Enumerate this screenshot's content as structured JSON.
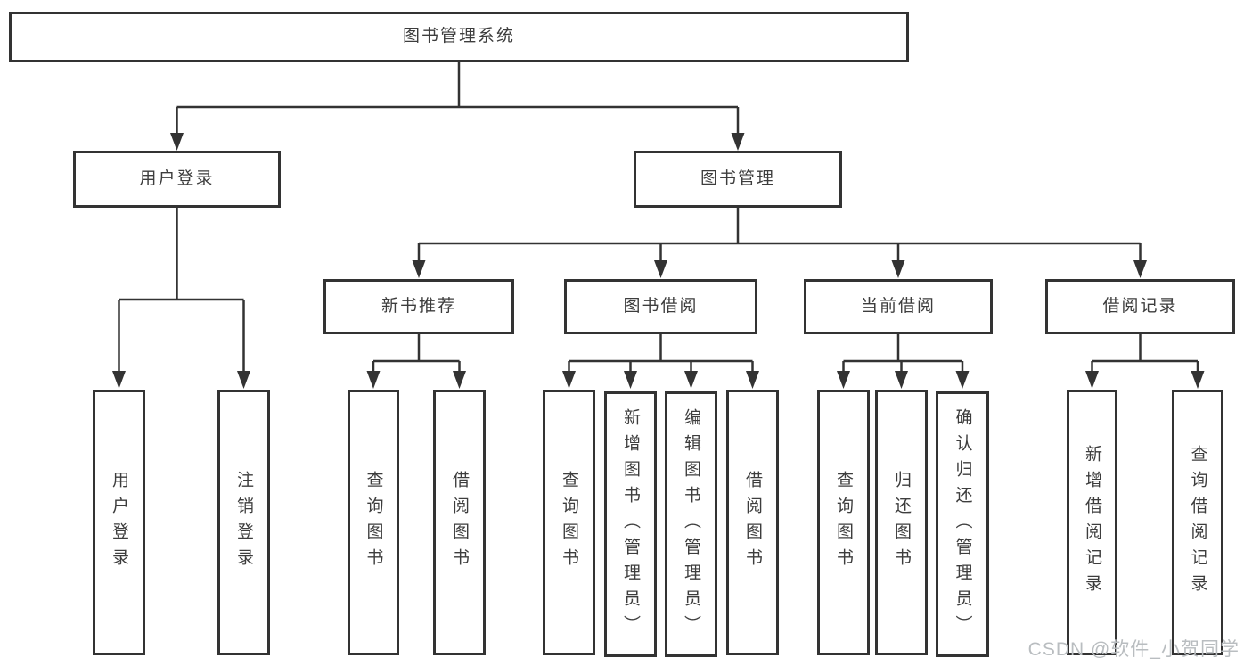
{
  "tree": {
    "root": {
      "label": "图书管理系统"
    },
    "branches": [
      {
        "label": "用户登录",
        "children": [
          "用户登录",
          "注销登录"
        ]
      },
      {
        "label": "图书管理",
        "groups": [
          {
            "label": "新书推荐",
            "children": [
              "查询图书",
              "借阅图书"
            ]
          },
          {
            "label": "图书借阅",
            "children": [
              "查询图书",
              "新增图书（管理员）",
              "编辑图书（管理员）",
              "借阅图书"
            ]
          },
          {
            "label": "当前借阅",
            "children": [
              "查询图书",
              "归还图书",
              "确认归还（管理员）"
            ]
          },
          {
            "label": "借阅记录",
            "children": [
              "新增借阅记录",
              "查询借阅记录"
            ]
          }
        ]
      }
    ]
  },
  "watermark": {
    "text": "CSDN @软件_小贺同学"
  },
  "colors": {
    "line": "#333333",
    "box_border": "#333333",
    "text": "#3d3d3d",
    "background": "#ffffff",
    "watermark_text": "#b9bdc0"
  }
}
